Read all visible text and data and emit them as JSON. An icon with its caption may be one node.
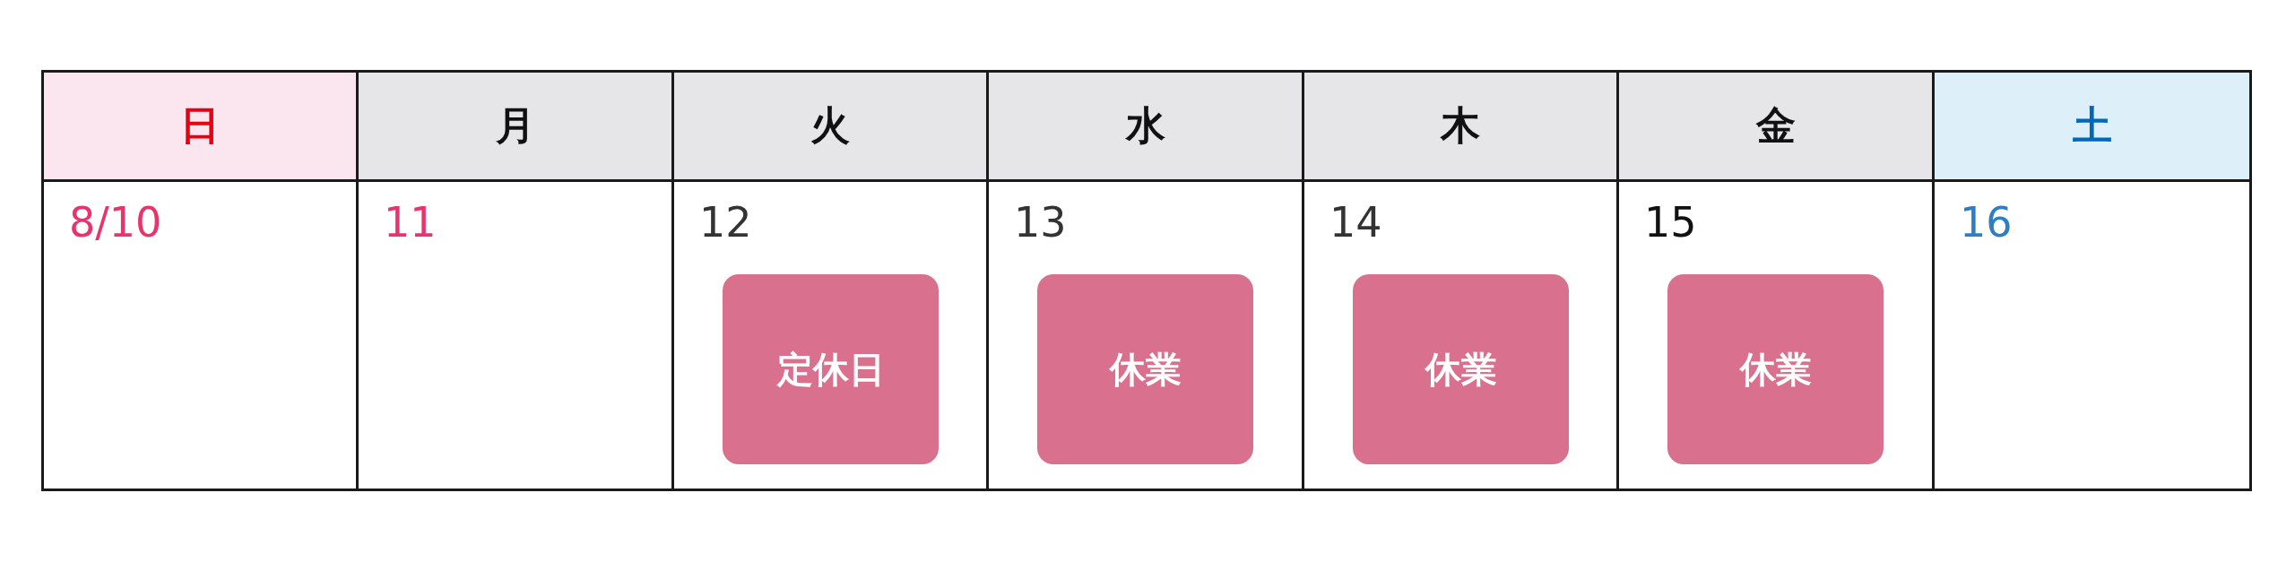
{
  "diagram": {
    "nodes": [
      {
        "text": [
          "定休日"
        ]
      },
      {
        "text": [
          "休業"
        ]
      },
      {
        "text": [
          "休業"
        ]
      },
      {
        "text": [
          "休業"
        ]
      }
    ],
    "labels": [
      "日",
      "月",
      "火",
      "水",
      "木",
      "金",
      "土",
      "8/10",
      "11",
      "12",
      "13",
      "14",
      "15",
      "16"
    ]
  }
}
